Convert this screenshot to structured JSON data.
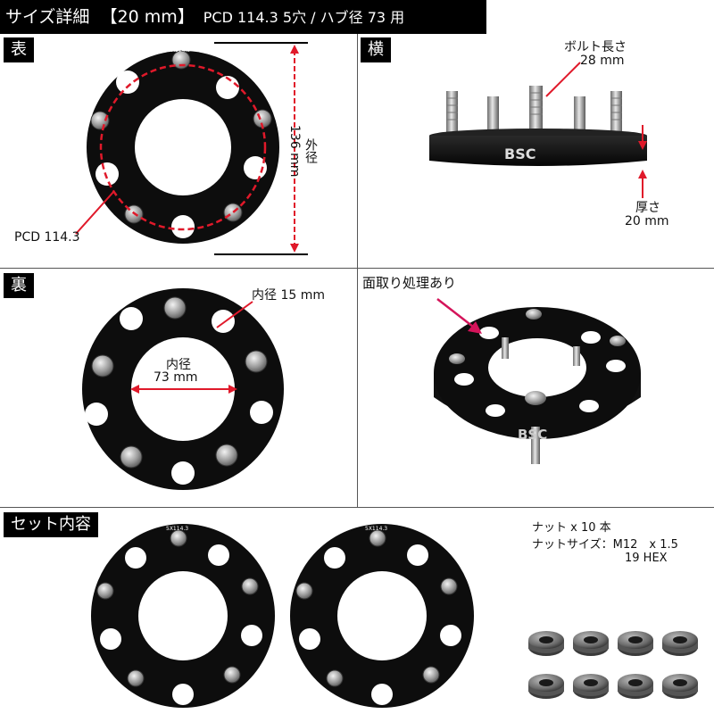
{
  "header": {
    "title_part1": "サイズ詳細",
    "title_part2": "【20 mm】",
    "title_part3": "PCD 114.3 5穴 / ハブ径 73 用"
  },
  "sections": {
    "front": {
      "tag": "表",
      "outer_diameter_label": "外径",
      "outer_diameter_value": "136 mm",
      "pcd_label": "PCD 114.3",
      "stamp": "5X114.3"
    },
    "side": {
      "tag": "横",
      "bolt_length_label": "ボルト長さ",
      "bolt_length_value": "28 mm",
      "thickness_label": "厚さ",
      "thickness_value": "20 mm",
      "brand": "BSC"
    },
    "back": {
      "tag": "裏",
      "inner_diameter_small_label": "内径 15 mm",
      "inner_diameter_label": "内径",
      "inner_diameter_value": "73 mm"
    },
    "chamfer": {
      "label": "面取り処理あり",
      "brand": "BSC"
    },
    "set": {
      "tag": "セット内容",
      "nut_count": "ナット x 10 本",
      "nut_size": "ナットサイズ：M12　x 1.5",
      "hex": "19 HEX",
      "stamp": "5X114.3"
    }
  },
  "colors": {
    "spacer": "#0d0d0d",
    "accent_red": "#e0192a",
    "arrow_pink": "#d4145a"
  }
}
